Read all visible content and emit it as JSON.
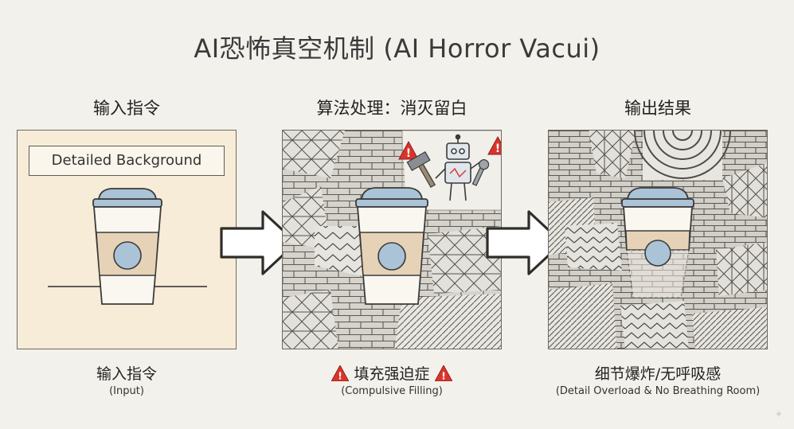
{
  "title": "AI恐怖真空机制 (AI Horror Vacui)",
  "panels": [
    {
      "heading": "输入指令",
      "box_label": "Detailed Background",
      "caption": "输入指令",
      "subcaption": "(Input)"
    },
    {
      "heading": "算法处理：消灭留白",
      "caption": "填充强迫症",
      "subcaption": "(Compulsive Filling)",
      "icons": [
        "warning-icon",
        "robot-icon",
        "hammer-icon",
        "wrench-icon"
      ]
    },
    {
      "heading": "输出结果",
      "caption": "细节爆炸/无呼吸感",
      "subcaption": "(Detail Overload & No Breathing Room)"
    }
  ],
  "colors": {
    "background": "#f3f1ec",
    "input_panel": "#f7ecd7",
    "cup_lid": "#aac3d6",
    "cup_sleeve": "#e6d2b6",
    "warning": "#d9342b",
    "brick": "#cfccc5"
  }
}
